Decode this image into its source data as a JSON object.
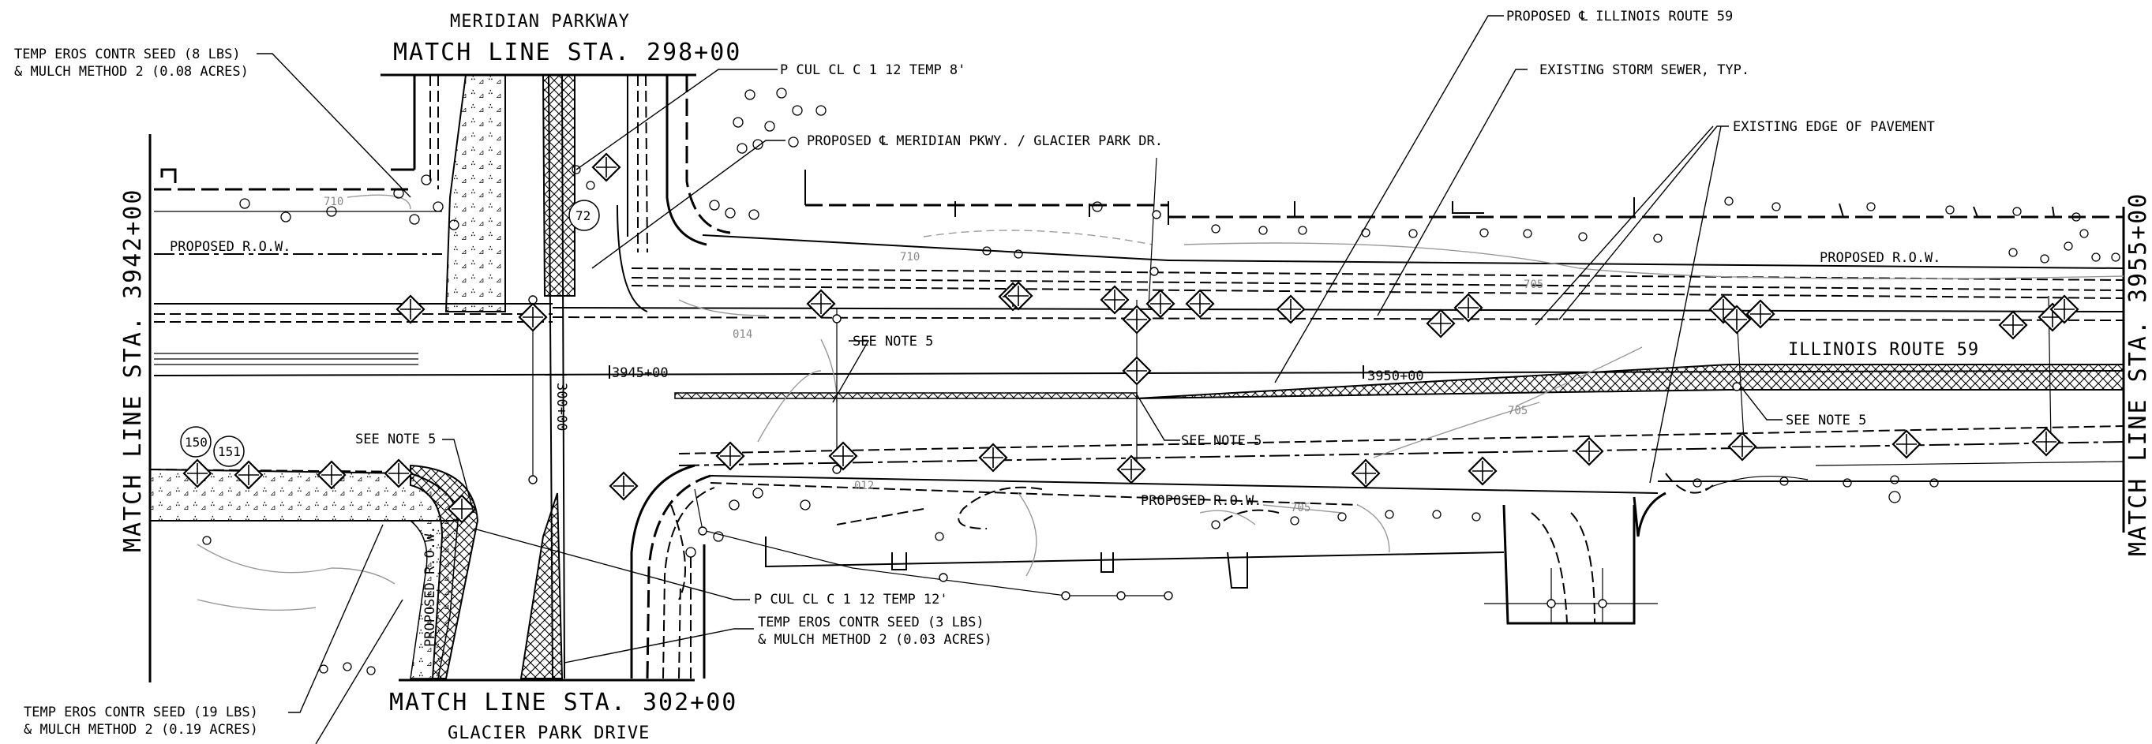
{
  "sheet": {
    "street_north": "MERIDIAN PARKWAY",
    "street_south": "GLACIER PARK DRIVE",
    "route_label": "ILLINOIS ROUTE 59",
    "matchlines": {
      "north": "MATCH LINE STA. 298+00",
      "south": "MATCH LINE STA. 302+00",
      "west": "MATCH LINE STA. 3942+00",
      "east": "MATCH LINE STA. 3955+00"
    },
    "stations": {
      "s3945": "3945+00",
      "s3950": "3950+00",
      "s300": "300+00"
    }
  },
  "callouts": {
    "temp_eros_8_l1": "TEMP EROS CONTR SEED (8 LBS)",
    "temp_eros_8_l2": "& MULCH METHOD 2 (0.08 ACRES)",
    "temp_eros_3_l1": "TEMP EROS CONTR SEED (3 LBS)",
    "temp_eros_3_l2": "& MULCH METHOD 2 (0.03 ACRES)",
    "temp_eros_19_l1": "TEMP EROS CONTR SEED (19 LBS)",
    "temp_eros_19_l2": "& MULCH METHOD 2 (0.19 ACRES)",
    "cul_8": "P CUL CL C 1 12 TEMP 8'",
    "cul_12": "P CUL CL C 1 12 TEMP 12'",
    "proposed_cl_meridian": "PROPOSED ℄ MERIDIAN PKWY. / GLACIER PARK DR.",
    "proposed_cl_route": "PROPOSED ℄ ILLINOIS ROUTE 59",
    "existing_storm": "EXISTING STORM SEWER, TYP.",
    "existing_edge": "EXISTING EDGE OF PAVEMENT",
    "see_note_5": "SEE NOTE 5",
    "proposed_row": "PROPOSED R.O.W."
  },
  "tags": {
    "t72": "72",
    "t150": "150",
    "t151": "151"
  },
  "contours": {
    "c705": "705",
    "c710": "710",
    "c012": "012",
    "c014": "014"
  }
}
